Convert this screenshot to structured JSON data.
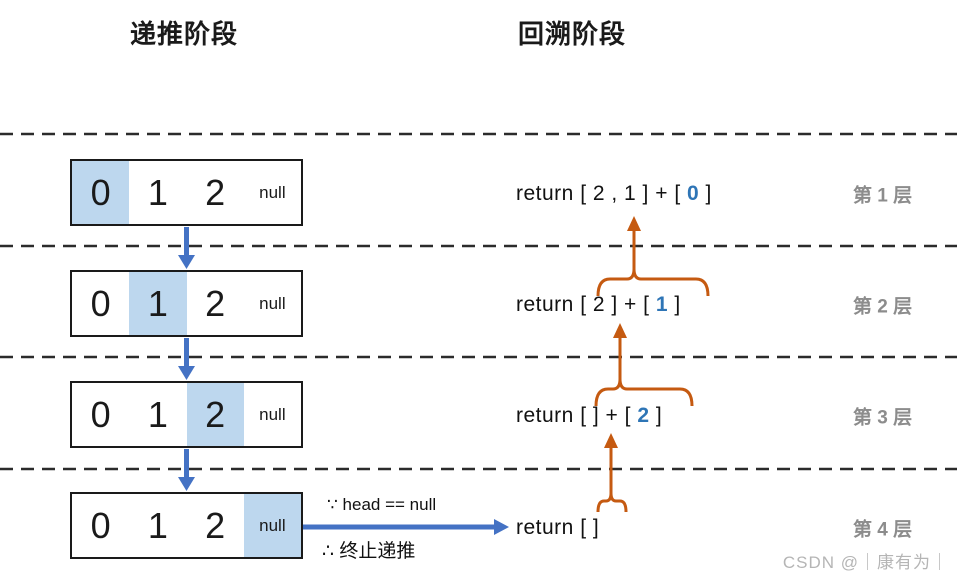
{
  "titles": {
    "left": "递推阶段",
    "right": "回溯阶段"
  },
  "cells": [
    "0",
    "1",
    "2",
    "null"
  ],
  "rows": [
    {
      "level_label": "第 1 层",
      "highlighted_cell": "0",
      "return_prefix": "return [ 2 , 1 ] + [ ",
      "return_value": "0",
      "return_suffix": " ]"
    },
    {
      "level_label": "第 2 层",
      "highlighted_cell": "1",
      "return_prefix": "return [ 2 ] + [ ",
      "return_value": "1",
      "return_suffix": " ]"
    },
    {
      "level_label": "第 3 层",
      "highlighted_cell": "2",
      "return_prefix": "return [ ] + [ ",
      "return_value": "2",
      "return_suffix": " ]"
    },
    {
      "level_label": "第 4 层",
      "highlighted_cell": "null",
      "return_prefix": "return [ ]",
      "return_value": "",
      "return_suffix": ""
    }
  ],
  "annotations": {
    "because": "∵ head == null",
    "therefore": "∴ 终止递推"
  },
  "watermark": "CSDN @｜康有为｜",
  "colors": {
    "highlight_cell": "#BDD7EE",
    "arrow_blue": "#4472C4",
    "return_value_blue": "#2E75B6",
    "brace_orange": "#C55A11",
    "level_label_gray": "#8c8c8c",
    "watermark_gray": "#b5b5b5",
    "dashed_line": "#2b2b2b"
  }
}
